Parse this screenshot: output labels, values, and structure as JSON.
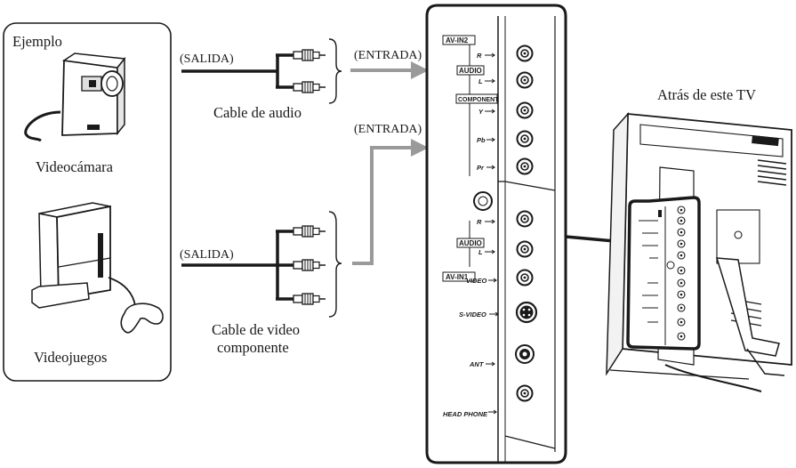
{
  "example_panel": {
    "title": "Ejemplo",
    "device1_label": "Videocámara",
    "device2_label": "Videojuegos"
  },
  "connections": {
    "audio_output_tag": "(SALIDA)",
    "audio_input_tag": "(ENTRADA)",
    "audio_cable_label": "Cable de audio",
    "video_output_tag": "(SALIDA)",
    "video_input_tag": "(ENTRADA)",
    "video_cable_label_line1": "Cable de video",
    "video_cable_label_line2": "componente"
  },
  "tv_panel": {
    "group_av_in2": "AV-IN2",
    "group_audio_top": "AUDIO",
    "group_component": "COMPONENT",
    "group_audio_bottom": "AUDIO",
    "group_av_in1": "AV-IN1",
    "jack_r_top": "R",
    "jack_l_top": "L",
    "jack_y": "Y",
    "jack_pb": "Pb",
    "jack_pr": "Pr",
    "jack_r_bottom": "R",
    "jack_l_bottom": "L",
    "jack_video": "VIDEO",
    "jack_svideo": "S-VIDEO",
    "jack_ant": "ANT",
    "jack_headphone": "HEAD PHONE"
  },
  "tv_rear": {
    "title": "Atrás de este TV"
  },
  "colors": {
    "stroke": "#1a1a1a",
    "arrow_gray": "#9a9a9a",
    "jack_ring": "#333333"
  }
}
